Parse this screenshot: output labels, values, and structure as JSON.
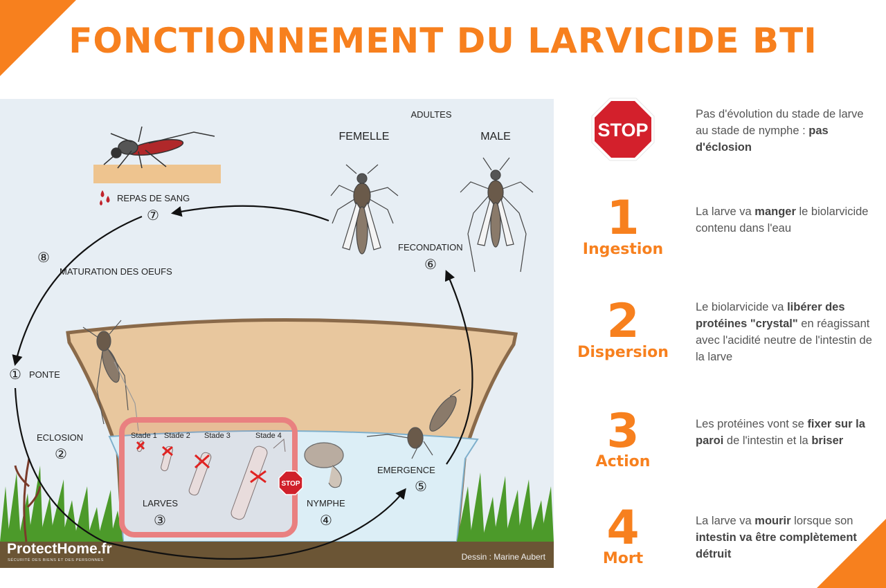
{
  "title": "FONCTIONNEMENT DU LARVICIDE BTI",
  "colors": {
    "accent": "#f7801e",
    "sky": "#e7eef4",
    "soil": "#e8c79e",
    "water": "#dceef6",
    "ground": "#6b5535"
  },
  "diagram": {
    "adults": "ADULTES",
    "femelle": "FEMELLE",
    "male": "MALE",
    "repas": "REPAS DE SANG",
    "n7": "⑦",
    "n8": "⑧",
    "maturation": "MATURATION DES OEUFS",
    "fecondation": "FECONDATION",
    "n6": "⑥",
    "ponte_num": "①",
    "ponte": "PONTE",
    "eclosion": "ECLOSION",
    "n2": "②",
    "stade1": "Stade 1",
    "stade2": "Stade 2",
    "stade3": "Stade 3",
    "stade4": "Stade 4",
    "stop_small": "STOP",
    "larves": "LARVES",
    "n3": "③",
    "nymphe": "NYMPHE",
    "n4": "④",
    "emergence": "EMERGENCE",
    "n5": "⑤",
    "logo": "ProtectHome.fr",
    "logo_tagline": "SÉCURITÉ DES BIENS ET DES PERSONNES",
    "credit": "Dessin : Marine Aubert"
  },
  "stop_step": {
    "icon": "stop-sign-icon",
    "label": "STOP",
    "text_a": "Pas d'évolution du stade de larve au stade de nymphe : ",
    "text_b": "pas d'éclosion"
  },
  "steps": [
    {
      "num": "1",
      "name": "Ingestion",
      "parts": [
        "La larve va ",
        "manger",
        " le biolarvicide contenu dans l'eau"
      ]
    },
    {
      "num": "2",
      "name": "Dispersion",
      "parts": [
        "Le biolarvicide va ",
        "libérer des protéines \"crystal\"",
        " en réagissant avec l'acidité neutre de l'intestin de la larve"
      ]
    },
    {
      "num": "3",
      "name": "Action",
      "parts": [
        "Les protéines vont se ",
        "fixer sur la paroi",
        " de l'intestin et la ",
        "briser"
      ]
    },
    {
      "num": "4",
      "name": "Mort",
      "parts": [
        "La larve va ",
        "mourir",
        " lorsque son ",
        "intestin va être complètement détruit"
      ]
    }
  ]
}
